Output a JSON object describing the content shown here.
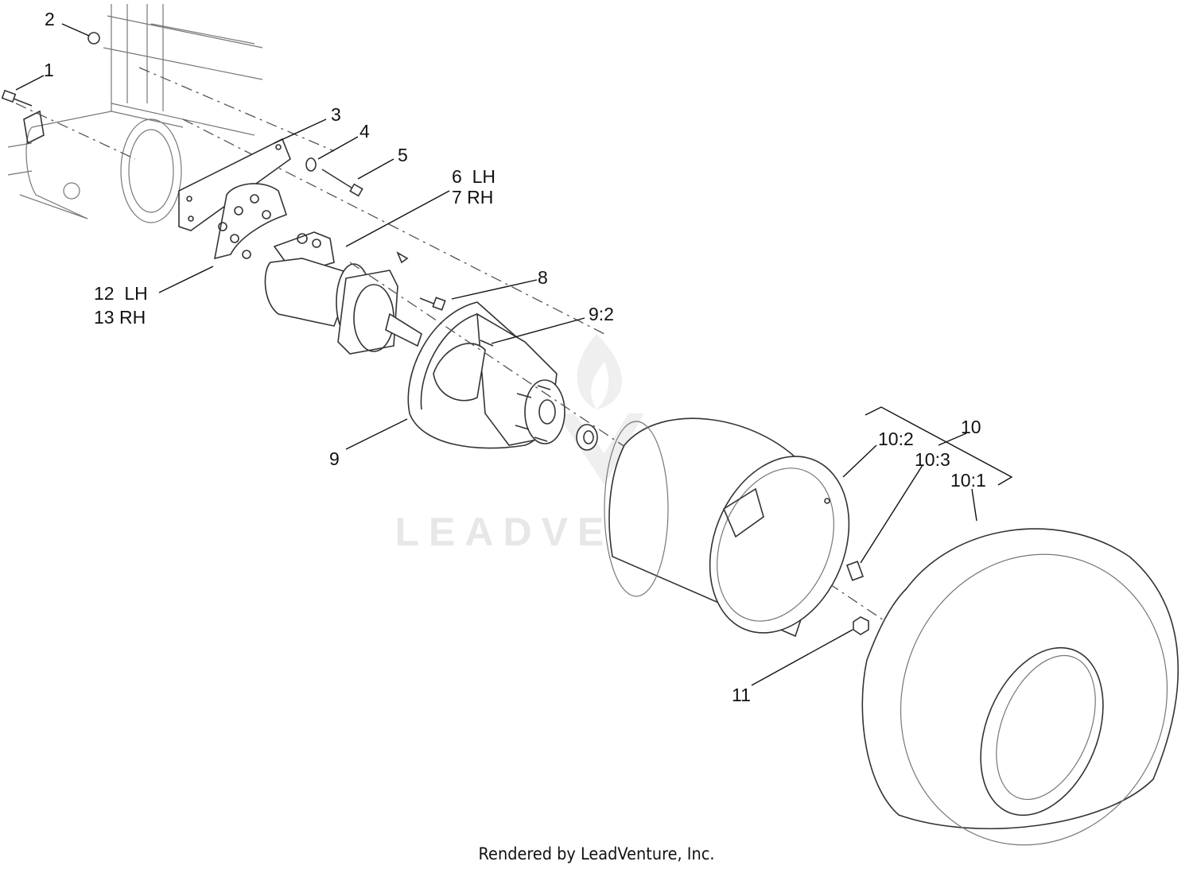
{
  "callouts": [
    {
      "id": "c2",
      "label": "2"
    },
    {
      "id": "c1",
      "label": "1"
    },
    {
      "id": "c3",
      "label": "3"
    },
    {
      "id": "c4",
      "label": "4"
    },
    {
      "id": "c5",
      "label": "5"
    },
    {
      "id": "c6",
      "label": "6  LH"
    },
    {
      "id": "c7",
      "label": "7 RH"
    },
    {
      "id": "c8",
      "label": "8"
    },
    {
      "id": "c92",
      "label": "9:2"
    },
    {
      "id": "c12",
      "label": "12  LH"
    },
    {
      "id": "c13",
      "label": "13 RH"
    },
    {
      "id": "c9",
      "label": "9"
    },
    {
      "id": "c10",
      "label": "10"
    },
    {
      "id": "c102",
      "label": "10:2"
    },
    {
      "id": "c103",
      "label": "10:3"
    },
    {
      "id": "c101",
      "label": "10:1"
    },
    {
      "id": "c11",
      "label": "11"
    }
  ],
  "watermark": {
    "text": "LEADVENTURE"
  },
  "footer": {
    "text": "Rendered by LeadVenture, Inc."
  }
}
